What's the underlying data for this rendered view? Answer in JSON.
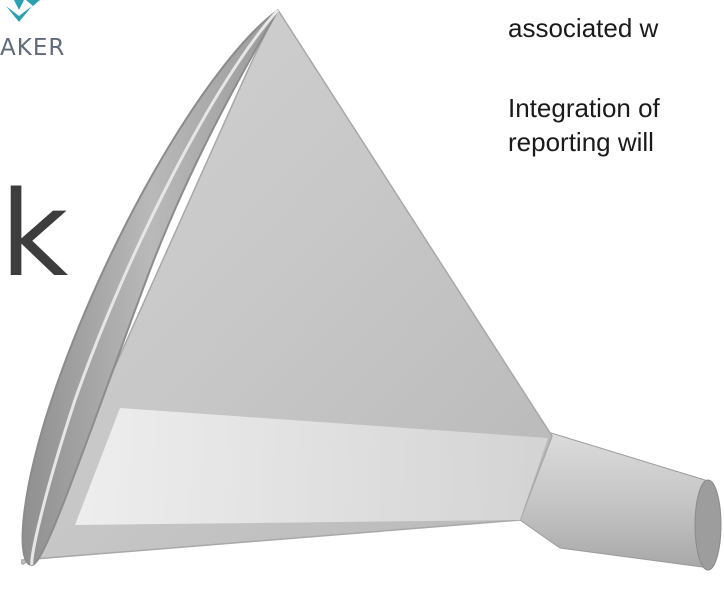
{
  "logo": {
    "wordmark": "AKER",
    "accent_color": "#2aa0b0"
  },
  "hero": {
    "letter": "k"
  },
  "body_text": {
    "line1": "associated w",
    "line2": "Integration of",
    "line3": "reporting will"
  },
  "image": {
    "icon": "funnel-icon"
  }
}
